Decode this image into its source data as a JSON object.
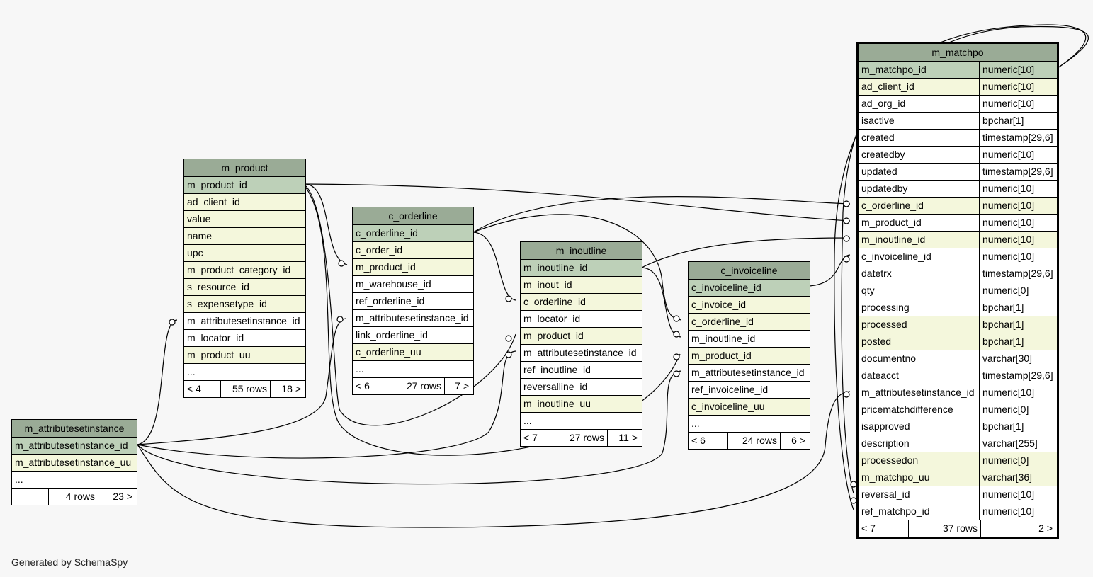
{
  "generated_by": "Generated by SchemaSpy",
  "tables": {
    "m_product": {
      "title": "m_product",
      "rows": [
        {
          "name": "m_product_id",
          "kind": "pk"
        },
        {
          "name": "ad_client_id",
          "kind": "fk"
        },
        {
          "name": "value",
          "kind": "fk"
        },
        {
          "name": "name",
          "kind": "fk"
        },
        {
          "name": "upc",
          "kind": "fk"
        },
        {
          "name": "m_product_category_id",
          "kind": "fk"
        },
        {
          "name": "s_resource_id",
          "kind": "fk"
        },
        {
          "name": "s_expensetype_id",
          "kind": "fk"
        },
        {
          "name": "m_attributesetinstance_id",
          "kind": "plain"
        },
        {
          "name": "m_locator_id",
          "kind": "plain"
        },
        {
          "name": "m_product_uu",
          "kind": "fk"
        },
        {
          "name": "...",
          "kind": "plain"
        }
      ],
      "footer": {
        "prev": "< 4",
        "rows": "55 rows",
        "next": "18 >"
      }
    },
    "c_orderline": {
      "title": "c_orderline",
      "rows": [
        {
          "name": "c_orderline_id",
          "kind": "pk"
        },
        {
          "name": "c_order_id",
          "kind": "fk"
        },
        {
          "name": "m_product_id",
          "kind": "fk"
        },
        {
          "name": "m_warehouse_id",
          "kind": "plain"
        },
        {
          "name": "ref_orderline_id",
          "kind": "plain"
        },
        {
          "name": "m_attributesetinstance_id",
          "kind": "plain"
        },
        {
          "name": "link_orderline_id",
          "kind": "plain"
        },
        {
          "name": "c_orderline_uu",
          "kind": "fk"
        },
        {
          "name": "...",
          "kind": "plain"
        }
      ],
      "footer": {
        "prev": "< 6",
        "rows": "27 rows",
        "next": "7 >"
      }
    },
    "m_inoutline": {
      "title": "m_inoutline",
      "rows": [
        {
          "name": "m_inoutline_id",
          "kind": "pk"
        },
        {
          "name": "m_inout_id",
          "kind": "fk"
        },
        {
          "name": "c_orderline_id",
          "kind": "fk"
        },
        {
          "name": "m_locator_id",
          "kind": "plain"
        },
        {
          "name": "m_product_id",
          "kind": "fk"
        },
        {
          "name": "m_attributesetinstance_id",
          "kind": "plain"
        },
        {
          "name": "ref_inoutline_id",
          "kind": "plain"
        },
        {
          "name": "reversalline_id",
          "kind": "plain"
        },
        {
          "name": "m_inoutline_uu",
          "kind": "fk"
        },
        {
          "name": "...",
          "kind": "plain"
        }
      ],
      "footer": {
        "prev": "< 7",
        "rows": "27 rows",
        "next": "11 >"
      }
    },
    "c_invoiceline": {
      "title": "c_invoiceline",
      "rows": [
        {
          "name": "c_invoiceline_id",
          "kind": "pk"
        },
        {
          "name": "c_invoice_id",
          "kind": "fk"
        },
        {
          "name": "c_orderline_id",
          "kind": "fk"
        },
        {
          "name": "m_inoutline_id",
          "kind": "plain"
        },
        {
          "name": "m_product_id",
          "kind": "fk"
        },
        {
          "name": "m_attributesetinstance_id",
          "kind": "plain"
        },
        {
          "name": "ref_invoiceline_id",
          "kind": "plain"
        },
        {
          "name": "c_invoiceline_uu",
          "kind": "fk"
        },
        {
          "name": "...",
          "kind": "plain"
        }
      ],
      "footer": {
        "prev": "< 6",
        "rows": "24 rows",
        "next": "6 >"
      }
    },
    "m_attributesetinstance": {
      "title": "m_attributesetinstance",
      "rows": [
        {
          "name": "m_attributesetinstance_id",
          "kind": "pk"
        },
        {
          "name": "m_attributesetinstance_uu",
          "kind": "fk"
        },
        {
          "name": "...",
          "kind": "plain"
        }
      ],
      "footer": {
        "prev": "",
        "rows": "4 rows",
        "next": "23 >"
      }
    },
    "m_matchpo": {
      "title": "m_matchpo",
      "rows": [
        {
          "name": "m_matchpo_id",
          "type": "numeric[10]",
          "kind": "pk"
        },
        {
          "name": "ad_client_id",
          "type": "numeric[10]",
          "kind": "fk"
        },
        {
          "name": "ad_org_id",
          "type": "numeric[10]",
          "kind": "plain"
        },
        {
          "name": "isactive",
          "type": "bpchar[1]",
          "kind": "plain"
        },
        {
          "name": "created",
          "type": "timestamp[29,6]",
          "kind": "plain"
        },
        {
          "name": "createdby",
          "type": "numeric[10]",
          "kind": "plain"
        },
        {
          "name": "updated",
          "type": "timestamp[29,6]",
          "kind": "plain"
        },
        {
          "name": "updatedby",
          "type": "numeric[10]",
          "kind": "plain"
        },
        {
          "name": "c_orderline_id",
          "type": "numeric[10]",
          "kind": "fk"
        },
        {
          "name": "m_product_id",
          "type": "numeric[10]",
          "kind": "plain"
        },
        {
          "name": "m_inoutline_id",
          "type": "numeric[10]",
          "kind": "fk"
        },
        {
          "name": "c_invoiceline_id",
          "type": "numeric[10]",
          "kind": "plain"
        },
        {
          "name": "datetrx",
          "type": "timestamp[29,6]",
          "kind": "plain"
        },
        {
          "name": "qty",
          "type": "numeric[0]",
          "kind": "plain"
        },
        {
          "name": "processing",
          "type": "bpchar[1]",
          "kind": "plain"
        },
        {
          "name": "processed",
          "type": "bpchar[1]",
          "kind": "fk"
        },
        {
          "name": "posted",
          "type": "bpchar[1]",
          "kind": "fk"
        },
        {
          "name": "documentno",
          "type": "varchar[30]",
          "kind": "plain"
        },
        {
          "name": "dateacct",
          "type": "timestamp[29,6]",
          "kind": "plain"
        },
        {
          "name": "m_attributesetinstance_id",
          "type": "numeric[10]",
          "kind": "plain"
        },
        {
          "name": "pricematchdifference",
          "type": "numeric[0]",
          "kind": "plain"
        },
        {
          "name": "isapproved",
          "type": "bpchar[1]",
          "kind": "plain"
        },
        {
          "name": "description",
          "type": "varchar[255]",
          "kind": "plain"
        },
        {
          "name": "processedon",
          "type": "numeric[0]",
          "kind": "fk"
        },
        {
          "name": "m_matchpo_uu",
          "type": "varchar[36]",
          "kind": "fk"
        },
        {
          "name": "reversal_id",
          "type": "numeric[10]",
          "kind": "plain"
        },
        {
          "name": "ref_matchpo_id",
          "type": "numeric[10]",
          "kind": "plain"
        }
      ],
      "footer": {
        "prev": "< 7",
        "rows": "37 rows",
        "next": "2 >"
      }
    }
  }
}
